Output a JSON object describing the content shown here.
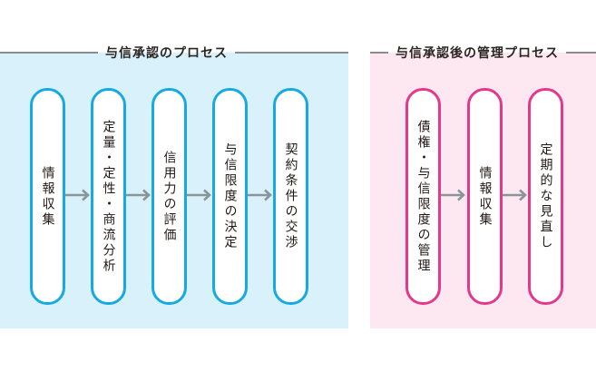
{
  "colors": {
    "approval_bg": "#d9f1fb",
    "approval_border": "#17a9e1",
    "post_bg": "#fde8f2",
    "post_border": "#e4388a",
    "arrow": "#8a9599",
    "title_line": "#8a8c8e"
  },
  "approval": {
    "title": "与信承認のプロセス",
    "steps": [
      {
        "label": "情報収集"
      },
      {
        "label": "定量・定性・商流分析"
      },
      {
        "label": "信用力の評価"
      },
      {
        "label": "与信限度の決定"
      },
      {
        "label": "契約条件の交渉"
      }
    ]
  },
  "post": {
    "title": "与信承認後の管理プロセス",
    "steps": [
      {
        "label": "債権・与信限度の管理"
      },
      {
        "label": "情報収集"
      },
      {
        "label": "定期的な見直し"
      }
    ]
  }
}
